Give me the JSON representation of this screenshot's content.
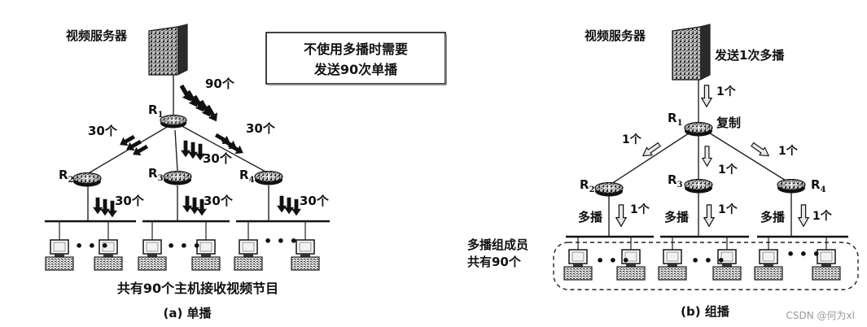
{
  "left": {
    "server_label": "视频服务器",
    "note_lines": [
      "不使用多播时需要",
      "发送90次单播"
    ],
    "r1": "R",
    "r1_sub": "1",
    "r2": "R",
    "r2_sub": "2",
    "r3": "R",
    "r3_sub": "3",
    "r4": "R",
    "r4_sub": "4",
    "count_90": "90个",
    "count_to_r2": "30个",
    "count_to_r3": "30个",
    "count_to_r4": "30个",
    "count_lan2": "30个",
    "count_lan3": "30个",
    "count_lan4": "30个",
    "hosts_caption": "共有90个主机接收视频节目",
    "caption": "(a) 单播"
  },
  "right": {
    "server_label": "视频服务器",
    "send_once": "发送1次多播",
    "r1": "R",
    "r1_sub": "1",
    "r2": "R",
    "r2_sub": "2",
    "r3": "R",
    "r3_sub": "3",
    "r4": "R",
    "r4_sub": "4",
    "copy_label": "复制",
    "count_server": "1个",
    "count_to_r2": "1个",
    "count_to_r3": "1个",
    "count_to_r4": "1个",
    "multicast_label": "多播",
    "count_lan": "1个",
    "group_lines": [
      "多播组成员",
      "共有90个"
    ],
    "caption": "(b) 组播"
  },
  "watermark": "CSDN @何为xl"
}
